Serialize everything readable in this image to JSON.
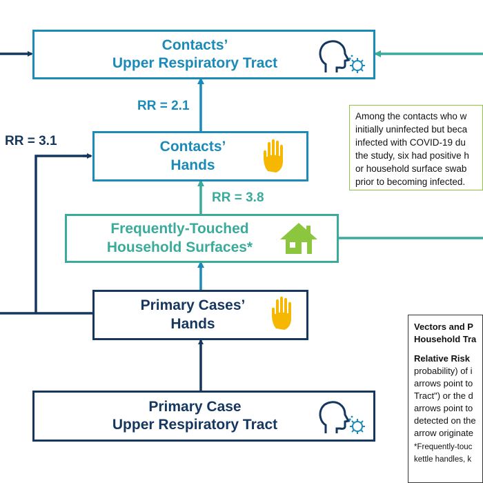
{
  "boxes": {
    "contacts_urt": {
      "line1": "Contacts’",
      "line2": "Upper Respiratory Tract"
    },
    "contacts_hands": {
      "line1": "Contacts’",
      "line2": "Hands"
    },
    "surfaces": {
      "line1": "Frequently-Touched",
      "line2": "Household Surfaces*"
    },
    "primary_hands": {
      "line1": "Primary Cases’",
      "line2": "Hands"
    },
    "primary_urt": {
      "line1": "Primary Case",
      "line2": "Upper Respiratory Tract"
    }
  },
  "relative_risks": {
    "hands_to_urt": "RR = 2.1",
    "left_path": "RR = 3.1",
    "surfaces_to_hands": "RR = 3.8"
  },
  "note": {
    "lines": [
      "Among the contacts who w",
      "initially uninfected but beca",
      "infected with COVID-19 du",
      "the study, six had positive h",
      "or household surface swab",
      "prior to becoming infected."
    ]
  },
  "legend": {
    "title_lines": [
      "Vectors and P",
      "Household Tra"
    ],
    "relative_risk_label": "Relative Risk",
    "body_lines": [
      "probability) of i",
      "arrows point to",
      "Tract\") or the d",
      "arrows point to",
      "detected on the",
      "arrow originate"
    ],
    "footnote_lines": [
      "*Frequently-touc",
      "kettle handles, k"
    ]
  },
  "icons": [
    "head-virus-icon",
    "hand-icon",
    "house-icon",
    "hand-icon",
    "head-virus-icon"
  ],
  "colors": {
    "blue": "#1a8ab8",
    "navy": "#15365e",
    "teal": "#3aab9a",
    "green": "#8cc63f",
    "hand": "#f5b700"
  }
}
